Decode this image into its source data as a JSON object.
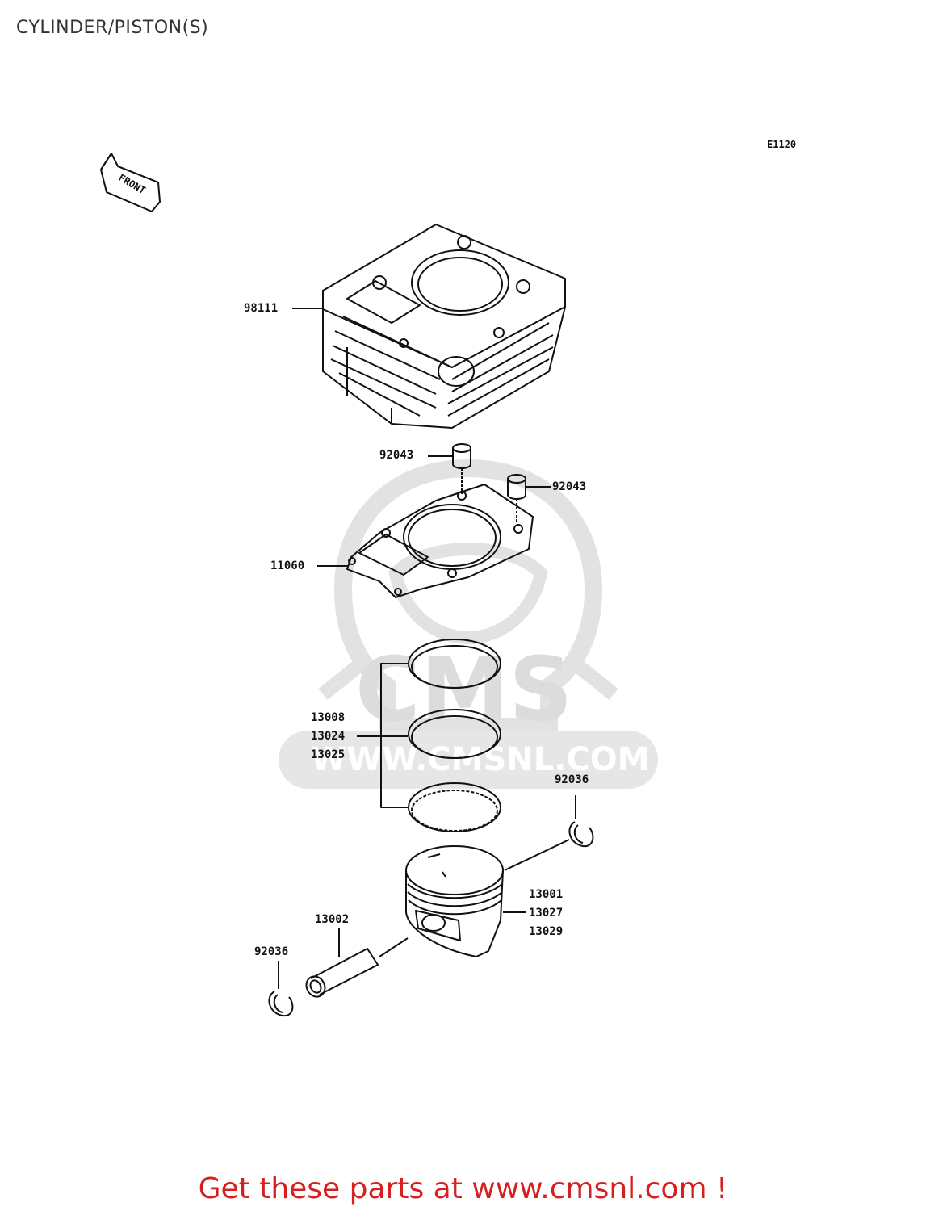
{
  "page": {
    "title": "CYLINDER/PISTON(S)",
    "diagram_code": "E1120",
    "front_arrow_label": "FRONT"
  },
  "parts": {
    "cylinder": "98111",
    "dowel_pin_left": "92043",
    "dowel_pin_right": "92043",
    "gasket": "11060",
    "rings": [
      "13008",
      "13024",
      "13025"
    ],
    "snap_ring_right": "92036",
    "piston": [
      "13001",
      "13027",
      "13029"
    ],
    "piston_pin": "13002",
    "snap_ring_left": "92036"
  },
  "watermark": {
    "brand": "CMS",
    "url": "WWW.CMSNL.COM"
  },
  "footer": {
    "text": "Get these parts at www.cmsnl.com !",
    "color": "#d62020"
  }
}
